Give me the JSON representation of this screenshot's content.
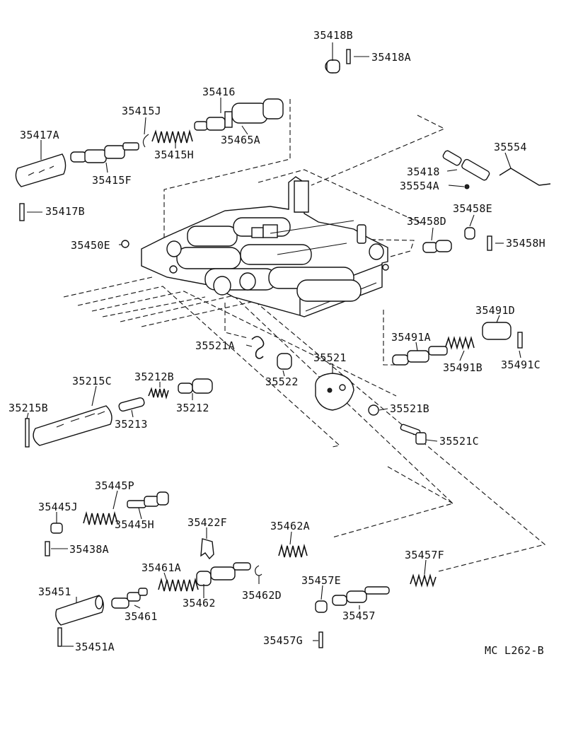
{
  "diagram": {
    "code": "MC L262-B",
    "labels": {
      "p35418B": "35418B",
      "p35418A": "35418A",
      "p35416": "35416",
      "p35415J": "35415J",
      "p35417A": "35417A",
      "p35465A": "35465A",
      "p35415H": "35415H",
      "p35415F": "35415F",
      "p35554": "35554",
      "p35418": "35418",
      "p35554A": "35554A",
      "p35417B": "35417B",
      "p35458E": "35458E",
      "p35458D": "35458D",
      "p35458H": "35458H",
      "p35450E": "35450E",
      "p35491D": "35491D",
      "p35521A": "35521A",
      "p35521": "35521",
      "p35491A": "35491A",
      "p35522": "35522",
      "p35491B": "35491B",
      "p35491C": "35491C",
      "p35215C": "35215C",
      "p35212B": "35212B",
      "p35215B": "35215B",
      "p35212": "35212",
      "p35521B": "35521B",
      "p35213": "35213",
      "p35521C": "35521C",
      "p35445P": "35445P",
      "p35445J": "35445J",
      "p35445H": "35445H",
      "p35422F": "35422F",
      "p35462A": "35462A",
      "p35438A": "35438A",
      "p35461A": "35461A",
      "p35457F": "35457F",
      "p35457E": "35457E",
      "p35451": "35451",
      "p35462": "35462",
      "p35462D": "35462D",
      "p35461": "35461",
      "p35457": "35457",
      "p35457G": "35457G",
      "p35451A": "35451A"
    }
  }
}
